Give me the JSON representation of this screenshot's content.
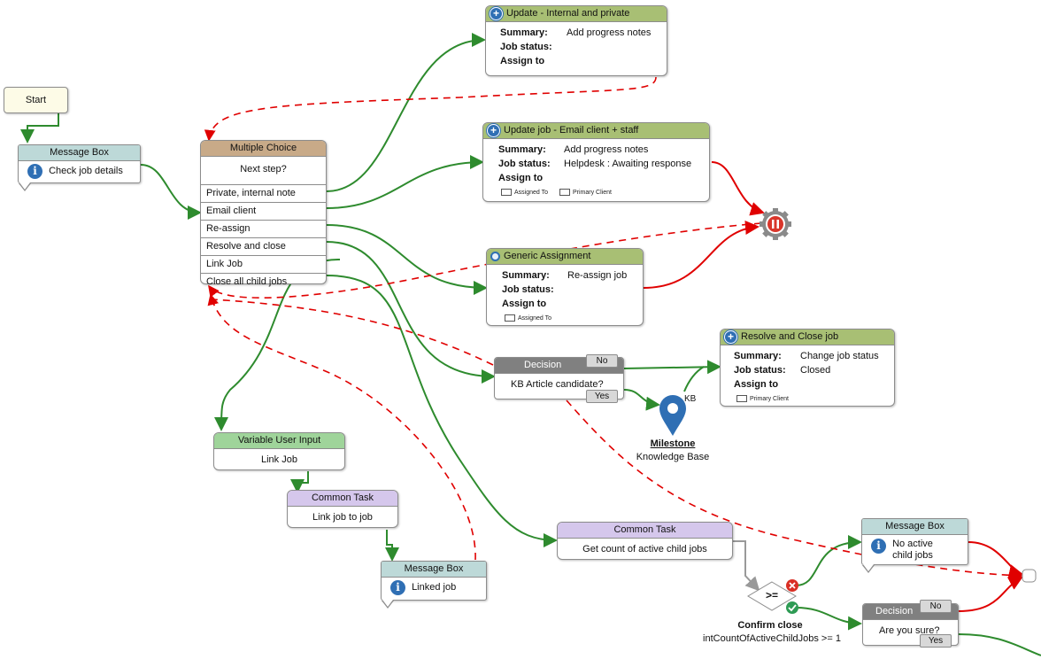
{
  "start": {
    "label": "Start"
  },
  "msg_check": {
    "header": "Message Box",
    "text": "Check job details"
  },
  "multiple_choice": {
    "header": "Multiple Choice",
    "question": "Next step?",
    "options": [
      "Private, internal note",
      "Email client",
      "Re-assign",
      "Resolve and close",
      "Link Job",
      "Close all child jobs"
    ]
  },
  "update_private": {
    "header": "Update - Internal and private",
    "summary_label": "Summary:",
    "summary": "Add progress notes",
    "status_label": "Job status:",
    "assign_label": "Assign to"
  },
  "update_email": {
    "header": "Update job - Email client + staff",
    "summary_label": "Summary:",
    "summary": "Add progress notes",
    "status_label": "Job status:",
    "status": "Helpdesk : Awaiting response",
    "assign_label": "Assign to",
    "assignees": [
      "Assigned To",
      "Primary Client"
    ]
  },
  "generic_assign": {
    "header": "Generic Assignment",
    "summary_label": "Summary:",
    "summary": "Re-assign job",
    "status_label": "Job status:",
    "assign_label": "Assign to",
    "assignees": [
      "Assigned To"
    ]
  },
  "resolve_close": {
    "header": "Resolve and Close job",
    "summary_label": "Summary:",
    "summary": "Change job status",
    "status_label": "Job status:",
    "status": "Closed",
    "assign_label": "Assign to",
    "assignees": [
      "Primary Client"
    ]
  },
  "decision_kb": {
    "header": "Decision",
    "question": "KB Article candidate?",
    "no": "No",
    "yes": "Yes"
  },
  "milestone": {
    "title": "Milestone",
    "subtitle": "Knowledge Base",
    "kb_label": "KB"
  },
  "var_input": {
    "header": "Variable User Input",
    "text": "Link Job"
  },
  "link_task": {
    "header": "Common Task",
    "text": "Link job to job"
  },
  "msg_linked": {
    "header": "Message Box",
    "text": "Linked job"
  },
  "count_task": {
    "header": "Common Task",
    "text": "Get count of active child jobs"
  },
  "msg_no_active": {
    "header": "Message Box",
    "text_line1": "No active",
    "text_line2": "child jobs"
  },
  "compare": {
    "symbol": ">=",
    "title": "Confirm close",
    "expression": "intCountOfActiveChildJobs >= 1"
  },
  "decision_sure": {
    "header": "Decision",
    "question": "Are you sure?",
    "no": "No",
    "yes": "Yes"
  },
  "colors": {
    "flow": "#2e8b2e",
    "error": "#e00000",
    "stop_gear": "#7a7a7a",
    "stop_core": "#d9362b",
    "pin": "#2f6fb4"
  }
}
